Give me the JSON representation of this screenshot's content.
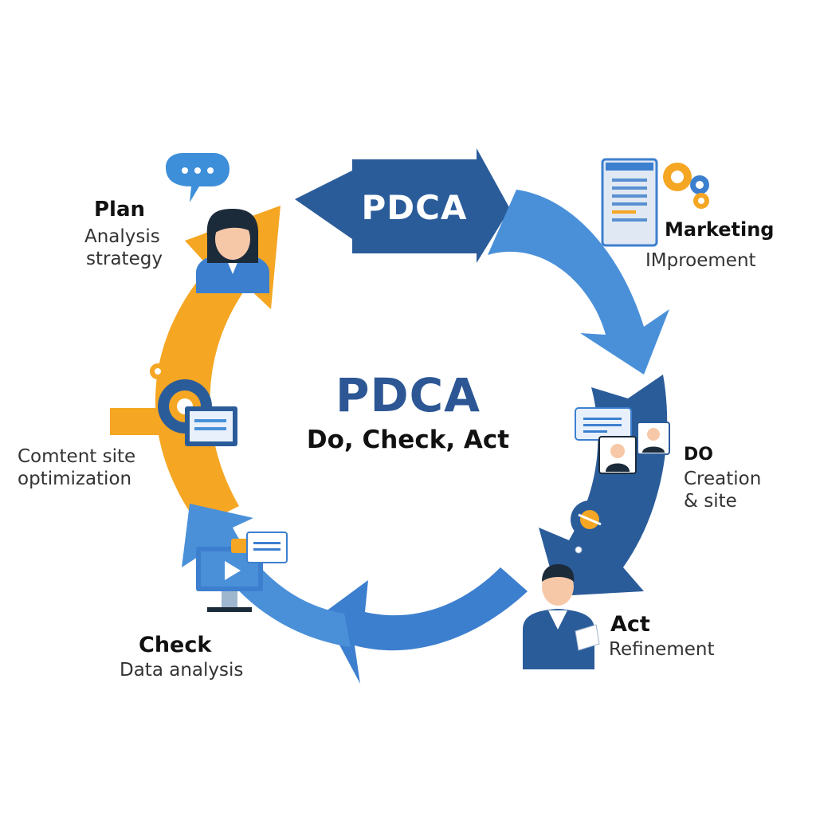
{
  "colors": {
    "orange": "#f5a623",
    "blue_dark": "#2b5c9a",
    "blue_mid": "#3d7fcf",
    "blue_light": "#4a90d9",
    "title_text": "#2c5794",
    "white": "#ffffff"
  },
  "banner": {
    "label": "PDCA"
  },
  "center": {
    "title": "PDCA",
    "subtitle": "Do, Check, Act"
  },
  "stages": {
    "plan": {
      "title": "Plan",
      "line1": "Analysis",
      "line2": "strategy"
    },
    "marketing": {
      "title": "Marketing",
      "line1": "IMproement"
    },
    "do": {
      "title": "DO",
      "line1": "Creation",
      "line2": "& site"
    },
    "act": {
      "title": "Act",
      "line1": "Refinement"
    },
    "check": {
      "title": "Check",
      "line1": "Data analysis"
    },
    "content": {
      "line1": "Comtent site",
      "line2": "optimization"
    }
  },
  "icons": {
    "plan": "person-with-chat-bubble-icon",
    "marketing": "document-with-gears-icon",
    "do": "team-chat-icon",
    "act": "person-with-document-icon",
    "check": "monitor-with-chat-icon",
    "content": "gear-with-monitor-icon"
  }
}
